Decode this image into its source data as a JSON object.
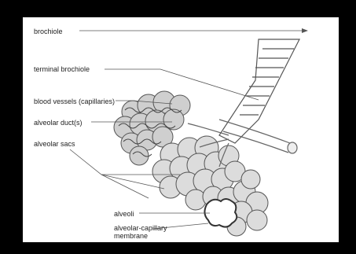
{
  "labels": {
    "brochiole": "brochiole",
    "terminal_brochiole": "terminal brochiole",
    "blood_vessels": "blood vessels (capillaries)",
    "alveolar_ducts": "alveolar duct(s)",
    "alveolar_sacs": "alveolar sacs",
    "alveoli": "alveoli",
    "membrane_line1": "alveolar-capillary",
    "membrane_line2": "membrane"
  },
  "colors": {
    "background": "#000000",
    "panel": "#ffffff",
    "alveoli_fill": "#d9d9d9",
    "outline": "#555555",
    "vessel": "#777777"
  }
}
